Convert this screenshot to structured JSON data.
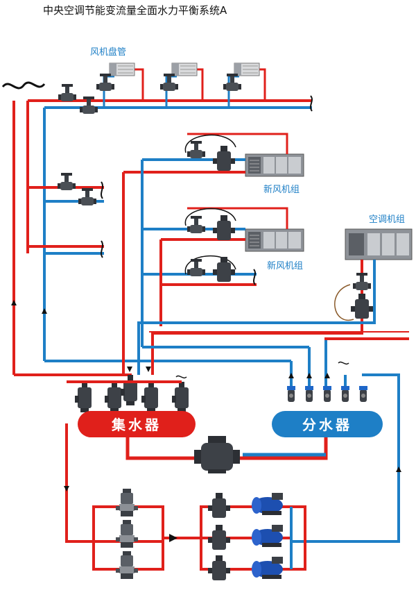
{
  "title": "中央空调节能变流量全面水力平衡系统A",
  "labels": {
    "fan_coil": "风机盘管",
    "fresh_air_unit_1": "新风机组",
    "fresh_air_unit_2": "新风机组",
    "ac_unit": "空调机组",
    "collector": "集水器",
    "distributor": "分水器"
  },
  "colors": {
    "supply_pipe": "#1e7fc6",
    "return_pipe": "#e0201b",
    "collector_fill": "#e0201b",
    "distributor_fill": "#1e7fc6",
    "device_gray": "#555a60",
    "chiller_blue": "#1d4fb0"
  },
  "icons": {
    "pipe_break": "wavy-break-icon",
    "valve": "balancing-valve-icon",
    "pump": "vertical-pump-icon",
    "chiller": "chiller-icon",
    "butterfly_valve": "butterfly-valve-icon"
  }
}
